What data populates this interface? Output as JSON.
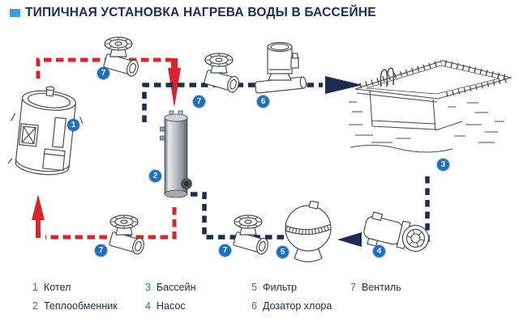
{
  "title": {
    "bullet_icon": "square-bullet",
    "text": "ТИПИЧНАЯ УСТАНОВКА НАГРЕВА ВОДЫ В БАССЕЙНЕ"
  },
  "colors": {
    "hot": "#d9252b",
    "cold": "#1d2c50",
    "badge": "#1e6fbd",
    "accent": "#3fa0d9",
    "text": "#1d2c50",
    "legend-num": "#2778bc",
    "ink": "#4a4e55"
  },
  "diagram": {
    "badges": {
      "boiler": "1",
      "heat_exchanger": "2",
      "pool": "3",
      "pump": "4",
      "filter": "5",
      "chlorine_doser": "6",
      "valve": "7"
    }
  },
  "legend": {
    "items": [
      {
        "number": "1",
        "label": "Котел"
      },
      {
        "number": "2",
        "label": "Теплообменник"
      },
      {
        "number": "3",
        "label": "Бассейн"
      },
      {
        "number": "4",
        "label": "Насос"
      },
      {
        "number": "5",
        "label": "Фильтр"
      },
      {
        "number": "6",
        "label": "Дозатор хлора"
      },
      {
        "number": "7",
        "label": "Вентиль"
      }
    ]
  }
}
